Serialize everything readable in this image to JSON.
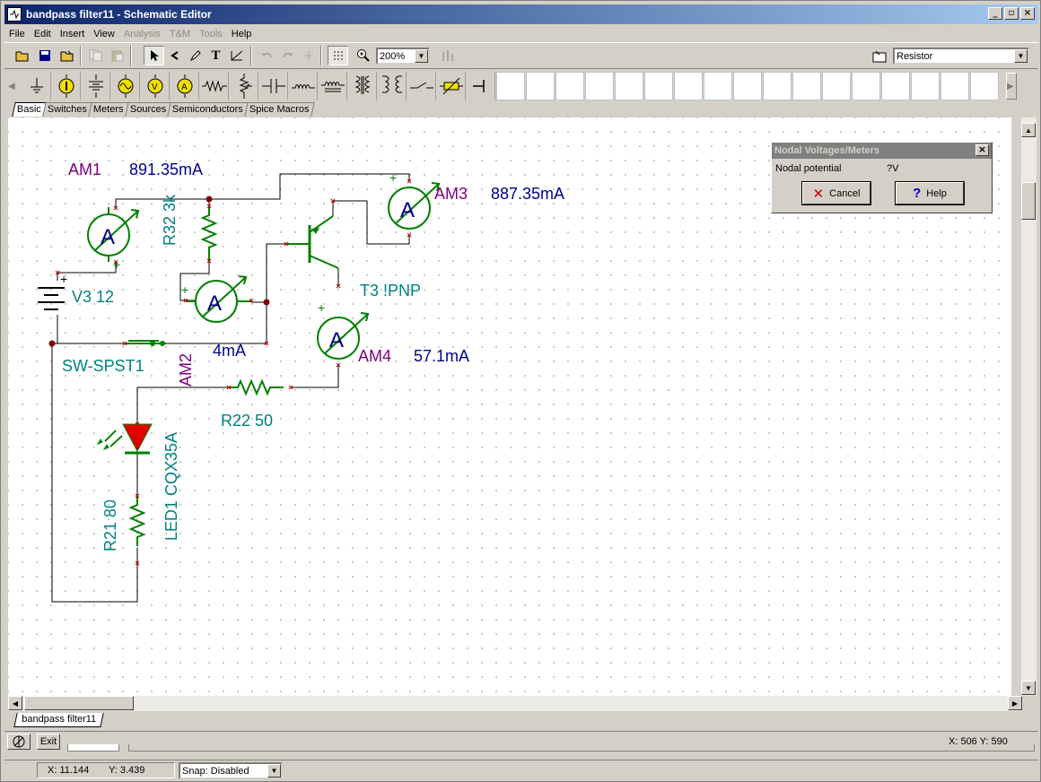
{
  "window": {
    "title": "bandpass filter11 - Schematic Editor"
  },
  "menu": {
    "items": [
      "File",
      "Edit",
      "Insert",
      "View",
      "Analysis",
      "T&M",
      "Tools",
      "Help"
    ]
  },
  "toolbar": {
    "zoom": "200%",
    "component": "Resistor"
  },
  "palette_tabs": [
    "Basic",
    "Switches",
    "Meters",
    "Sources",
    "Semiconductors",
    "Spice Macros"
  ],
  "schematic": {
    "am1_name": "AM1",
    "am1_value": "891.35mA",
    "am3_name": "AM3",
    "am3_value": "887.35mA",
    "am4_name": "AM4",
    "am4_value": "57.1mA",
    "am2_name": "AM2",
    "am2_value": "4mA",
    "r32": "R32 3k",
    "v3": "V3 12",
    "t3": "T3 !PNP",
    "sw": "SW-SPST1",
    "r22": "R22 50",
    "led1": "LED1 CQX35A",
    "r21": "R21 80",
    "meter_glyph": "A"
  },
  "dialog": {
    "title": "Nodal Voltages/Meters",
    "label": "Nodal potential",
    "value": "?V",
    "cancel": "Cancel",
    "help": "Help"
  },
  "doc_tab": "bandpass filter11",
  "status": {
    "exit": "Exit",
    "coords_px": "X: 506  Y: 590",
    "x": "X: 11.144",
    "y": "Y: 3.439",
    "snap": "Snap:  Disabled"
  }
}
